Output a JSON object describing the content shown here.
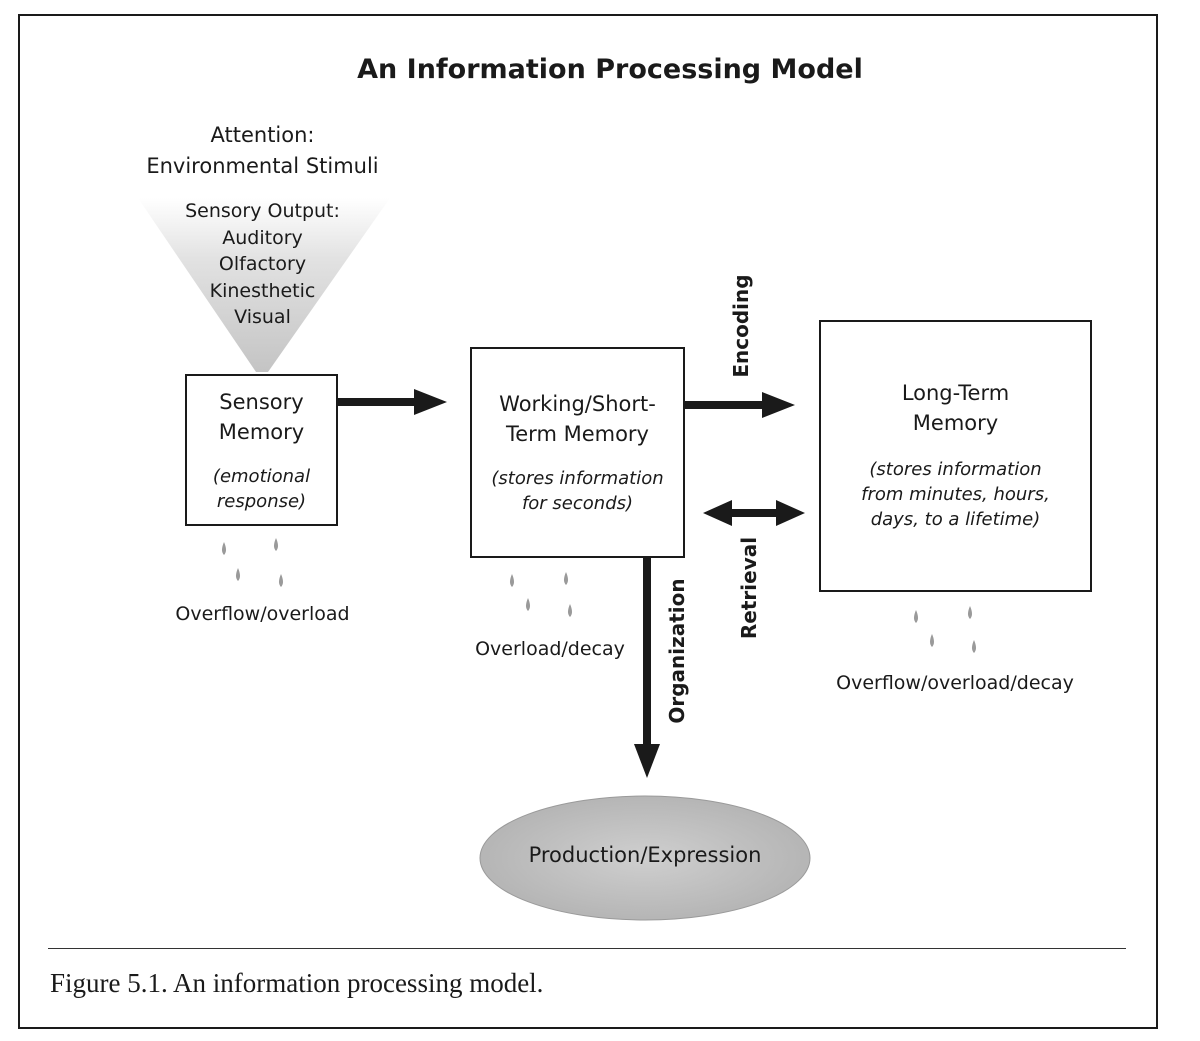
{
  "title": "An Information Processing Model",
  "attention": {
    "line1": "Attention:",
    "line2": "Environmental Stimuli"
  },
  "sensory_output": {
    "heading": "Sensory Output:",
    "items": [
      "Auditory",
      "Olfactory",
      "Kinesthetic",
      "Visual"
    ]
  },
  "sensory_memory": {
    "title_line1": "Sensory",
    "title_line2": "Memory",
    "note_line1": "(emotional",
    "note_line2": "response)",
    "loss_label": "Overflow/overload"
  },
  "working_memory": {
    "title_line1": "Working/Short-",
    "title_line2": "Term Memory",
    "note_line1": "(stores information",
    "note_line2": "for seconds)",
    "loss_label": "Overload/decay"
  },
  "long_term_memory": {
    "title_line1": "Long-Term",
    "title_line2": "Memory",
    "note_line1": "(stores information",
    "note_line2": "from minutes, hours,",
    "note_line3": "days, to a lifetime)",
    "loss_label": "Overflow/overload/decay"
  },
  "arrows": {
    "encoding": "Encoding",
    "retrieval": "Retrieval",
    "organization": "Organization"
  },
  "output": {
    "label": "Production/Expression"
  },
  "caption": "Figure 5.1. An information processing model.",
  "colors": {
    "ink": "#1a1a1a",
    "ellipse_fill": "#bdbdbd",
    "funnel_fill": "#d4d4d4",
    "drop_fill": "#9a9a9a"
  }
}
